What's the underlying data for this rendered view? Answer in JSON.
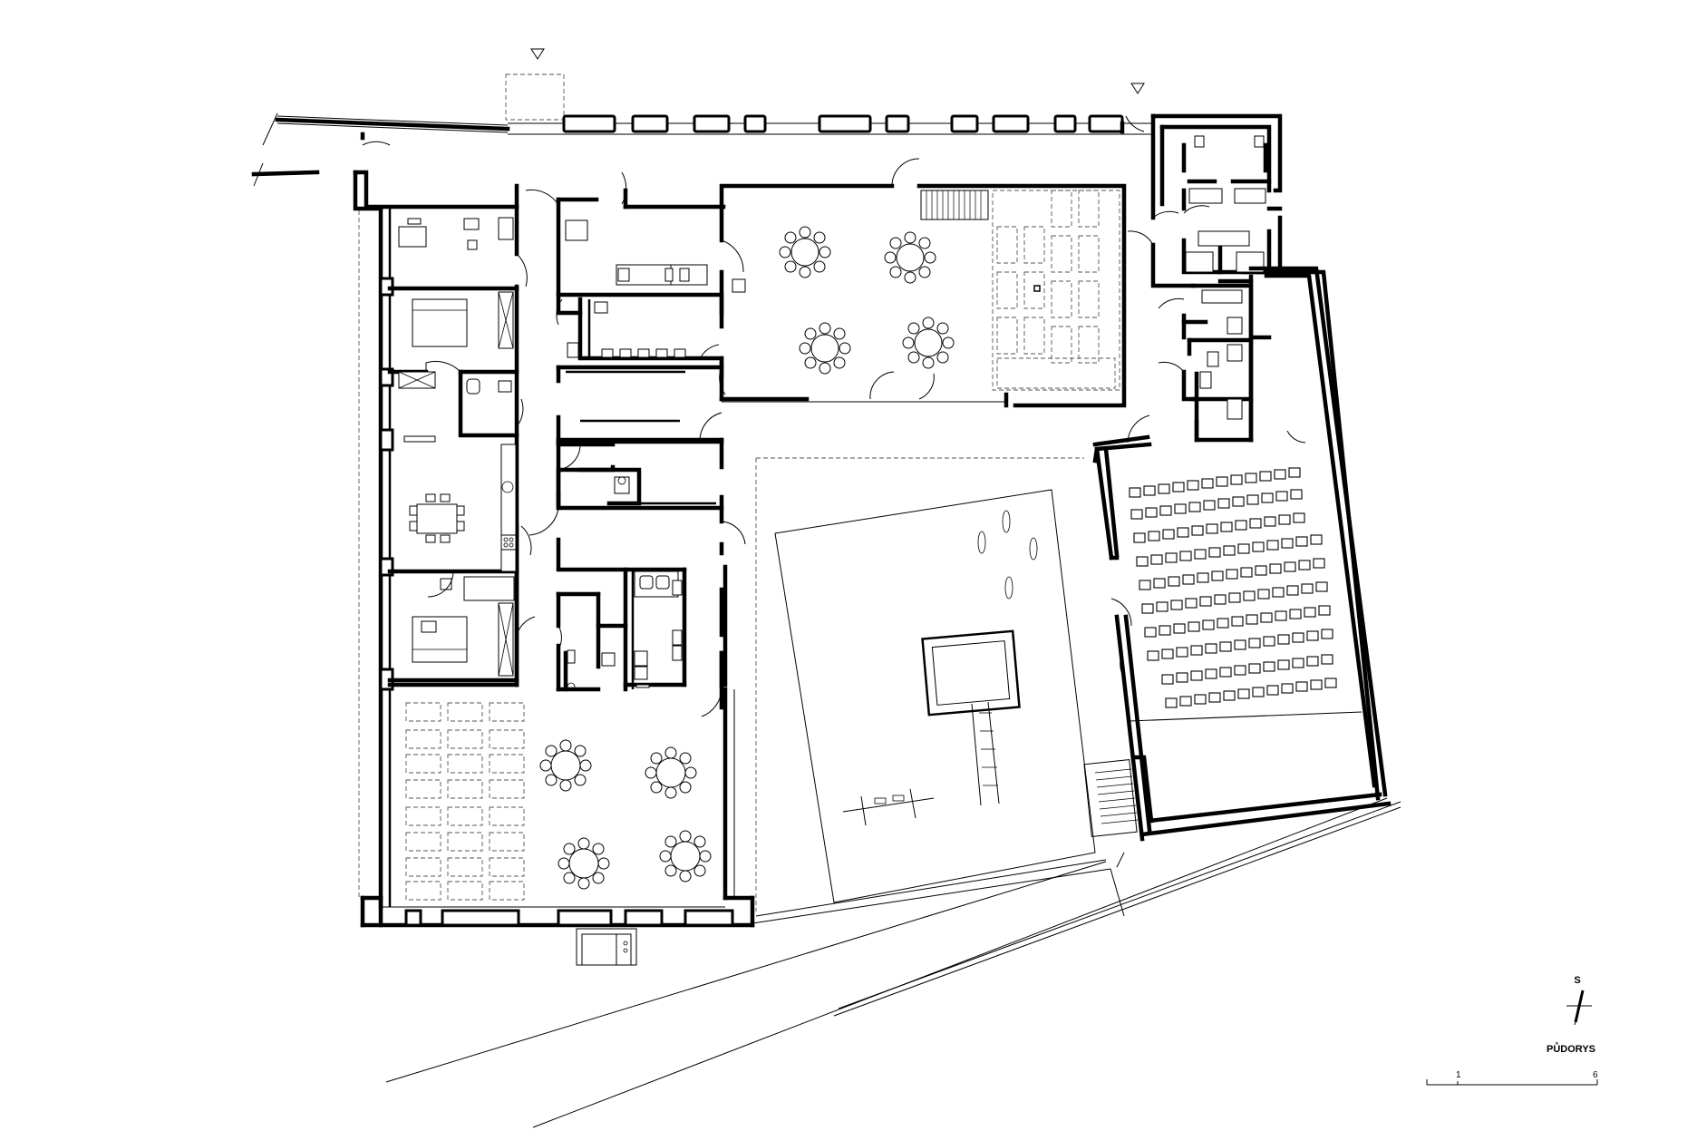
{
  "legend": {
    "north_letter": "S",
    "plan_title": "PŮDORYS"
  },
  "scale_bar": {
    "start_label": "1",
    "end_label": "6"
  },
  "icons": {
    "entrance_markers": "triangle-down-icon",
    "north_arrow": "north-arrow-icon"
  }
}
